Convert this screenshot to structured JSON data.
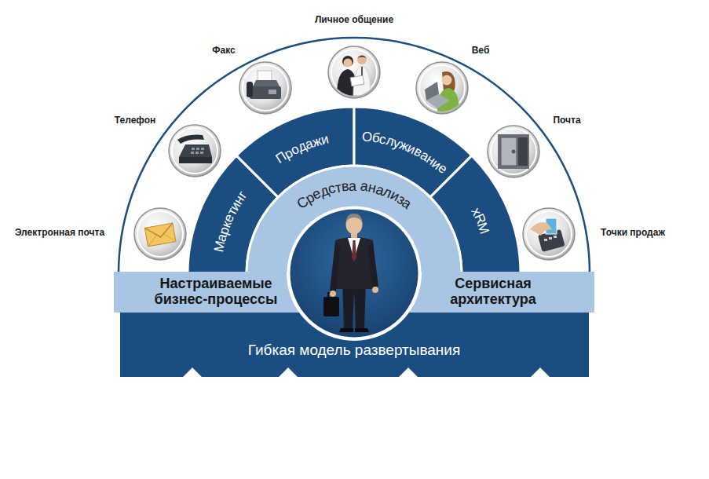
{
  "diagram": {
    "nodes": [
      {
        "text": [
          "Маркетинг"
        ]
      },
      {
        "text": [
          "Продажи"
        ]
      },
      {
        "text": [
          "Обслуживание"
        ]
      },
      {
        "text": [
          "xRM"
        ]
      },
      {
        "text": [
          "Средства анализа"
        ]
      },
      {
        "text": [
          "Настраиваемые бизнес-процессы"
        ]
      },
      {
        "text": [
          "Сервисная архитектура"
        ]
      },
      {
        "text": [
          "Гибкая модель развертывания"
        ]
      }
    ],
    "labels": [
      "Личное общение",
      "Факс",
      "Веб",
      "Телефон",
      "Почта",
      "Электронная почта",
      "Точки продаж"
    ]
  }
}
